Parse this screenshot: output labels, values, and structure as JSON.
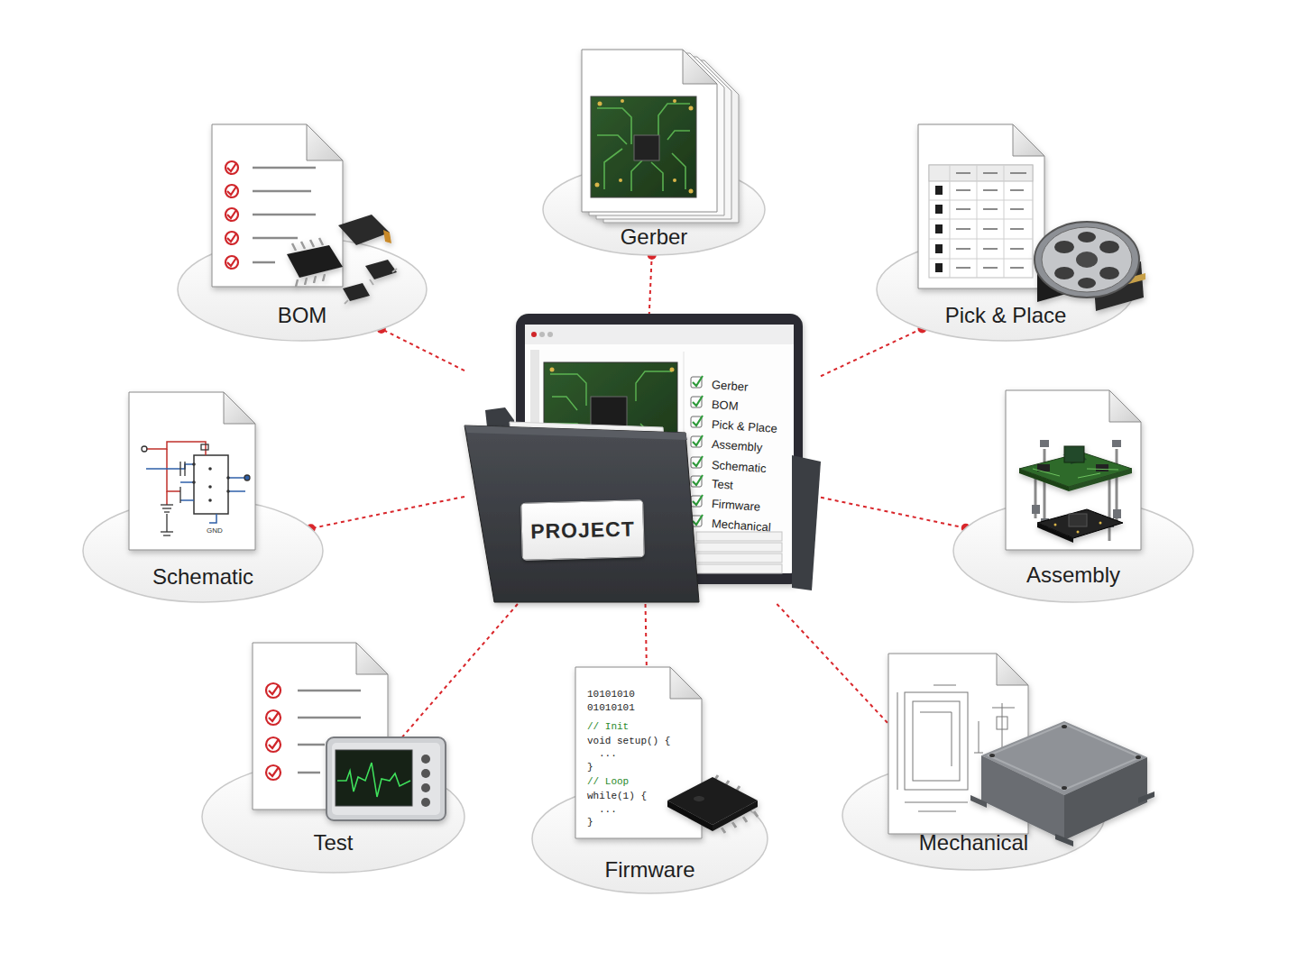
{
  "diagram": {
    "nodes": [
      {
        "text": [
          "Gerber"
        ]
      },
      {
        "text": [
          "BOM"
        ]
      },
      {
        "text": [
          "Pick & Place"
        ]
      },
      {
        "text": [
          "PROJECT"
        ]
      },
      {
        "text": [
          "Schematic"
        ]
      },
      {
        "text": [
          "Assembly"
        ]
      },
      {
        "text": [
          "Test"
        ]
      },
      {
        "text": [
          "Mechanical"
        ]
      },
      {
        "text": [
          "Firmware"
        ]
      }
    ],
    "edges": [
      {
        "from": 3,
        "to": 0,
        "arrow": "none"
      },
      {
        "from": 3,
        "to": 1,
        "arrow": "none"
      },
      {
        "from": 3,
        "to": 2,
        "arrow": "none"
      },
      {
        "from": 3,
        "to": 4,
        "arrow": "none"
      },
      {
        "from": 3,
        "to": 5,
        "arrow": "none"
      },
      {
        "from": 3,
        "to": 6,
        "arrow": "none"
      },
      {
        "from": 3,
        "to": 7,
        "arrow": "none"
      },
      {
        "from": 3,
        "to": 8,
        "arrow": "none"
      }
    ],
    "labels": [
      "Gerber",
      "BOM",
      "Pick & Place",
      "Assembly",
      "Schematic",
      "Test",
      "Firmware",
      "Mechanical",
      "GND",
      "10101010",
      "01010101",
      "// Init",
      "void setup() {",
      "...",
      "}",
      "// Loop",
      "while(1) {",
      "...",
      "}"
    ]
  }
}
